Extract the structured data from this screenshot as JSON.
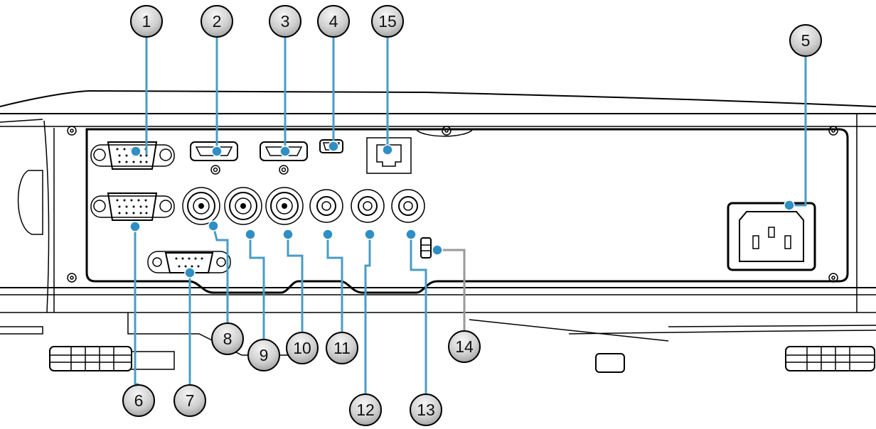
{
  "colors": {
    "leader": "#4a9cc4",
    "leader_gray": "#9a9a9a",
    "dot": "#2f8fc4",
    "callout_fill_top": "#f4f4f4",
    "callout_fill_bottom": "#a9a9a9",
    "outline": "#000000"
  },
  "callouts": [
    {
      "id": "1",
      "label": "1"
    },
    {
      "id": "2",
      "label": "2"
    },
    {
      "id": "3",
      "label": "3"
    },
    {
      "id": "4",
      "label": "4"
    },
    {
      "id": "15",
      "label": "15"
    },
    {
      "id": "5",
      "label": "5"
    },
    {
      "id": "6",
      "label": "6"
    },
    {
      "id": "7",
      "label": "7"
    },
    {
      "id": "8",
      "label": "8"
    },
    {
      "id": "9",
      "label": "9"
    },
    {
      "id": "10",
      "label": "10"
    },
    {
      "id": "11",
      "label": "11"
    },
    {
      "id": "12",
      "label": "12"
    },
    {
      "id": "13",
      "label": "13"
    },
    {
      "id": "14",
      "label": "14"
    }
  ]
}
